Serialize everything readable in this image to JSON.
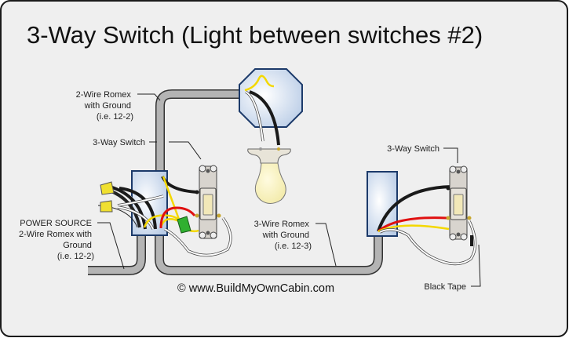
{
  "title": "3-Way Switch (Light between switches #2)",
  "credit": "© www.BuildMyOwnCabin.com",
  "labels": {
    "top_cable": [
      "2-Wire Romex",
      "with Ground",
      "(i.e. 12-2)"
    ],
    "left_switch": "3-Way Switch",
    "right_switch": "3-Way Switch",
    "power_source": [
      "POWER SOURCE",
      "2-Wire Romex with",
      "Ground",
      "(i.e. 12-2)"
    ],
    "middle_cable": [
      "3-Wire Romex",
      "with Ground",
      "(i.e. 12-3)"
    ],
    "black_tape": "Black Tape"
  },
  "colors": {
    "background": "#f0f0f0",
    "frame": "#1a1a1a",
    "box_fill": "#c8d8ec",
    "box_stroke": "#1c3a6a",
    "cable": "#b4b4b4",
    "wire_black": "#1a1a1a",
    "wire_red": "#e01010",
    "wire_yellow": "#f4d800",
    "wire_white": "#ffffff",
    "wire_nut_yellow": "#f0e030",
    "wire_nut_green": "#30b030",
    "bulb": "#fbf6c8"
  }
}
